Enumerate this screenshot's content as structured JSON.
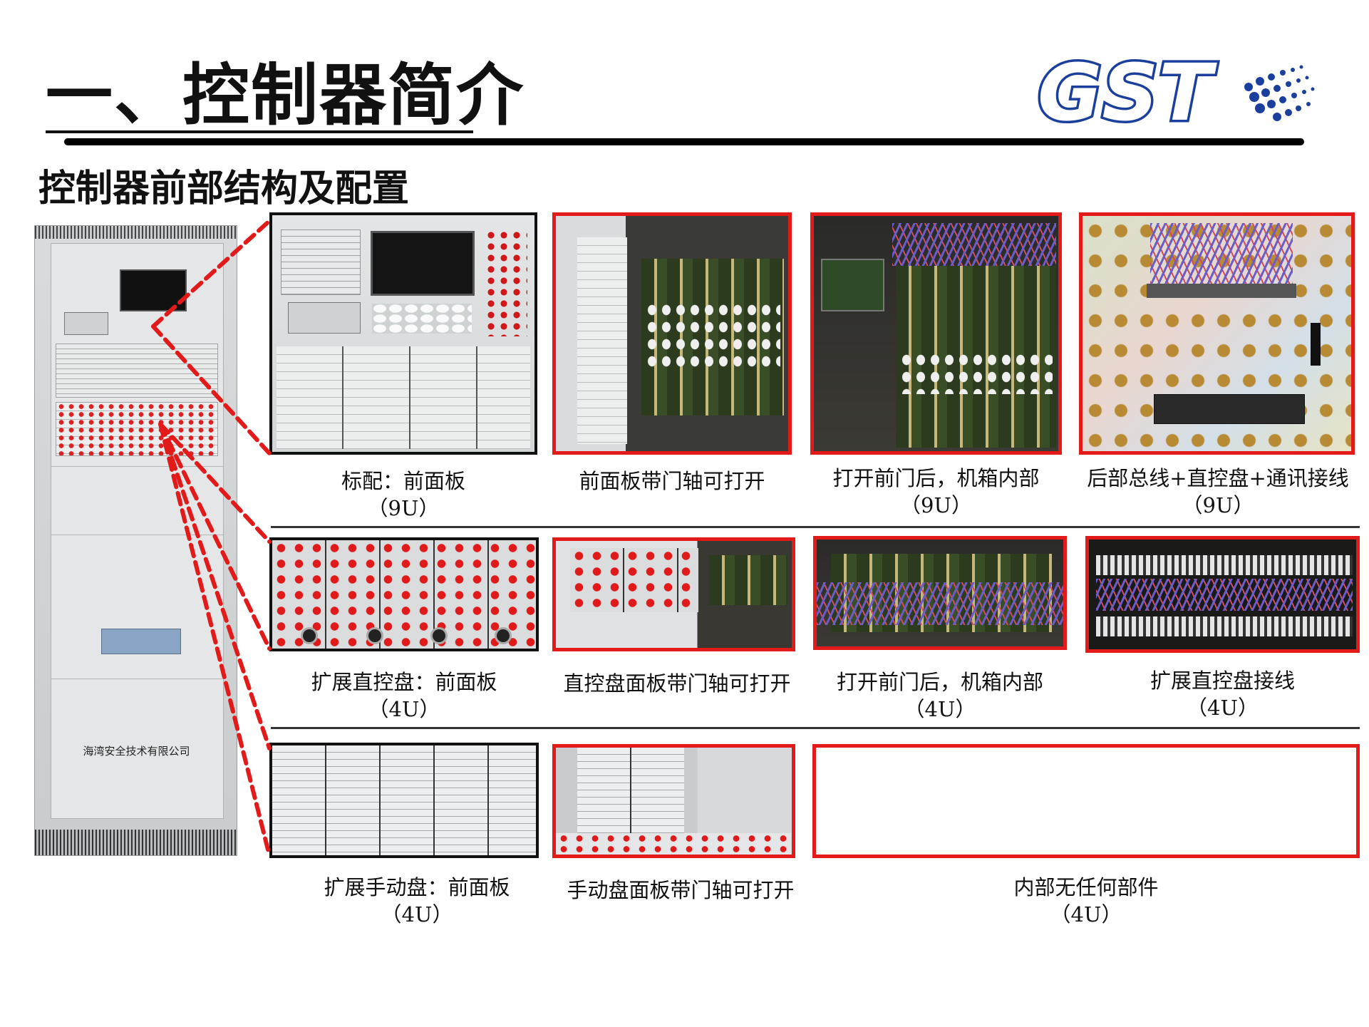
{
  "header": {
    "title": "一、控制器简介",
    "subtitle": "控制器前部结构及配置",
    "logo_text": "GST"
  },
  "cabinet": {
    "company_label": "海湾安全技术有限公司"
  },
  "rows": [
    {
      "captions": [
        {
          "line1": "标配：前面板",
          "line2": "（9U）"
        },
        {
          "line1": "前面板带门轴可打开",
          "line2": ""
        },
        {
          "line1": "打开前门后，机箱内部",
          "line2": "（9U）"
        },
        {
          "line1": "后部总线+直控盘+通讯接线",
          "line2": "（9U）"
        }
      ]
    },
    {
      "captions": [
        {
          "line1": "扩展直控盘：前面板",
          "line2": "（4U）"
        },
        {
          "line1": "直控盘面板带门轴可打开",
          "line2": ""
        },
        {
          "line1": "打开前门后，机箱内部",
          "line2": "（4U）"
        },
        {
          "line1": "扩展直控盘接线",
          "line2": "（4U）"
        }
      ]
    },
    {
      "captions": [
        {
          "line1": "扩展手动盘：前面板",
          "line2": "（4U）"
        },
        {
          "line1": "手动盘面板带门轴可打开",
          "line2": ""
        },
        {
          "line1": "内部无任何部件",
          "line2": "（4U）"
        }
      ]
    }
  ],
  "colors": {
    "highlight_red": "#e21a1a",
    "logo_blue": "#1b3f9c"
  }
}
